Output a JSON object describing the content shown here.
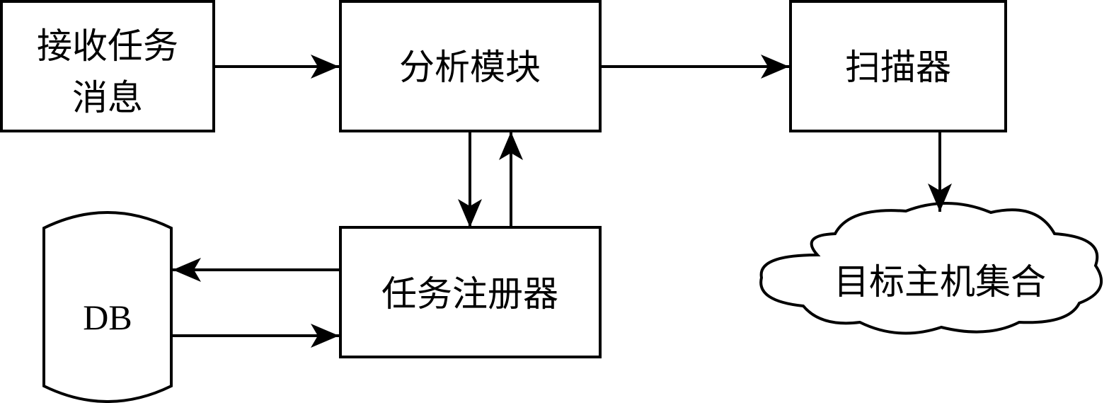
{
  "nodes": {
    "receive": {
      "line1": "接收任务",
      "line2": "消息"
    },
    "analysis": {
      "label": "分析模块"
    },
    "scanner": {
      "label": "扫描器"
    },
    "registry": {
      "label": "任务注册器"
    },
    "db": {
      "label": "DB"
    },
    "targets": {
      "label": "目标主机集合"
    }
  },
  "colors": {
    "stroke": "#000000",
    "fill": "#ffffff"
  }
}
